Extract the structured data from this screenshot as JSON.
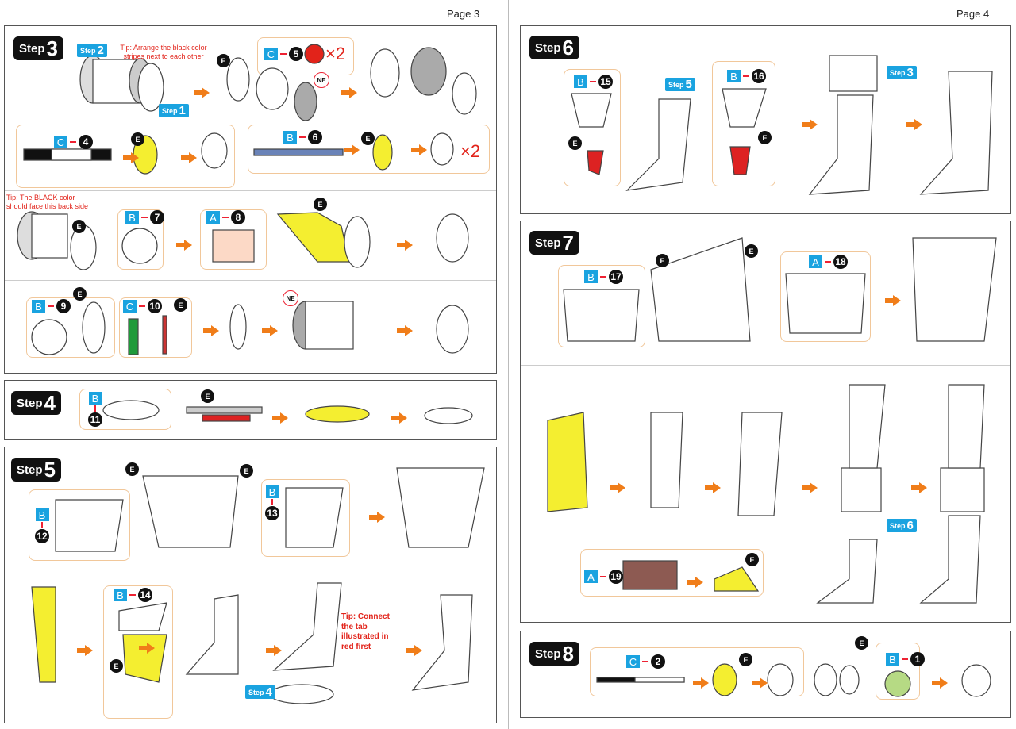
{
  "pages": {
    "left": "Page 3",
    "right": "Page 4"
  },
  "steps": {
    "s3": {
      "word": "Step",
      "num": "3"
    },
    "s4": {
      "word": "Step",
      "num": "4"
    },
    "s5": {
      "word": "Step",
      "num": "5"
    },
    "s6": {
      "word": "Step",
      "num": "6"
    },
    "s7": {
      "word": "Step",
      "num": "7"
    },
    "s8": {
      "word": "Step",
      "num": "8"
    }
  },
  "tags": {
    "t1": "1",
    "t2": "2",
    "t3": "3",
    "t4": "4",
    "t5": "5",
    "t6": "6",
    "word": "Step"
  },
  "tips": {
    "stripes": "Tip: Arrange the black color stripes next to each other",
    "black_back": "Tip: The BLACK color should face this back side",
    "connect_tab": "Tip: Connect the tab illustrated in red first"
  },
  "parts": [
    {
      "l": "C",
      "n": "4"
    },
    {
      "l": "C",
      "n": "5"
    },
    {
      "l": "B",
      "n": "6"
    },
    {
      "l": "B",
      "n": "7"
    },
    {
      "l": "A",
      "n": "8"
    },
    {
      "l": "B",
      "n": "9"
    },
    {
      "l": "C",
      "n": "10"
    },
    {
      "l": "B",
      "n": "11"
    },
    {
      "l": "B",
      "n": "12"
    },
    {
      "l": "B",
      "n": "13"
    },
    {
      "l": "B",
      "n": "14"
    },
    {
      "l": "B",
      "n": "15"
    },
    {
      "l": "B",
      "n": "16"
    },
    {
      "l": "B",
      "n": "17"
    },
    {
      "l": "A",
      "n": "18"
    },
    {
      "l": "A",
      "n": "19"
    },
    {
      "l": "C",
      "n": "2"
    },
    {
      "l": "B",
      "n": "1"
    }
  ],
  "multiplier": "×2",
  "markers": {
    "e": "E",
    "ne": "NE"
  },
  "colors": {
    "accent_orange": "#f07d19",
    "tag_blue": "#1aa3e0",
    "tip_red": "#e2231a",
    "inset_border": "#f1c79a"
  }
}
